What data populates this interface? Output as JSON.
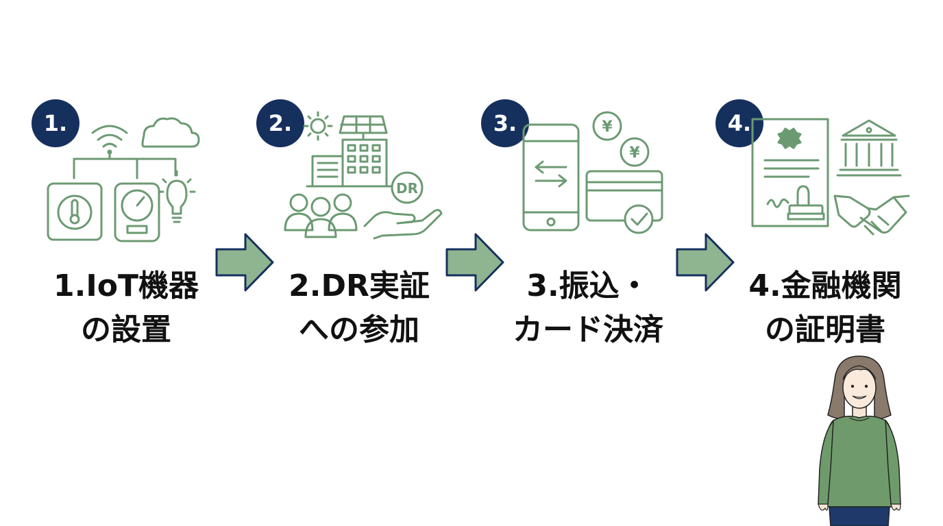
{
  "steps": [
    {
      "badge": "1.",
      "line1": "1.IoT機器",
      "line2": "の設置"
    },
    {
      "badge": "2.",
      "line1": "2.DR実証",
      "line2": "への参加"
    },
    {
      "badge": "3.",
      "line1": "3.振込・",
      "line2": "カード決済"
    },
    {
      "badge": "4.",
      "line1": "4.金融機関",
      "line2": "の証明書"
    }
  ],
  "icons": {
    "step1": [
      "wifi-icon",
      "cloud-icon",
      "thermometer-icon",
      "gauge-icon",
      "lightbulb-icon"
    ],
    "step2": [
      "sun-icon",
      "solar-panel-icon",
      "building-icon",
      "people-icon",
      "dr-hand-icon"
    ],
    "step3": [
      "smartphone-transfer-icon",
      "yen-coin-icon",
      "credit-card-icon",
      "check-icon"
    ],
    "step4": [
      "certificate-icon",
      "stamp-icon",
      "bank-icon",
      "handshake-icon"
    ]
  },
  "dr_badge_text": "DR",
  "yen_symbol": "¥",
  "colors": {
    "accent": "#6b9a72",
    "arrow_fill": "#8fb490",
    "badge": "#16305e",
    "text": "#111111"
  }
}
